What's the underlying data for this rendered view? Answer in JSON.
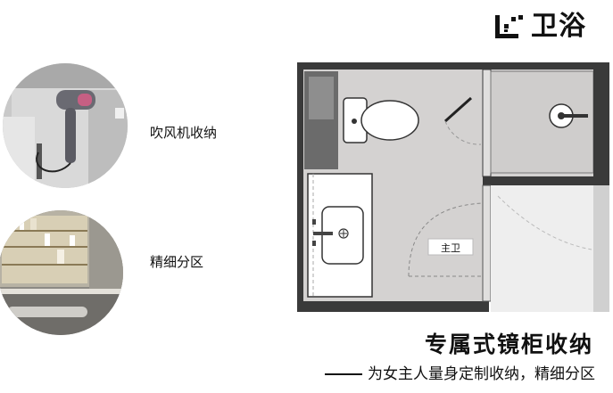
{
  "brand": {
    "title": "卫浴",
    "logo_icon": "brand-mark-icon"
  },
  "features": [
    {
      "label": "吹风机收纳",
      "icon": "hair-dryer-photo"
    },
    {
      "label": "精细分区",
      "icon": "cabinet-shelves-photo"
    }
  ],
  "floor_plan": {
    "room_label": "主卫"
  },
  "headline": {
    "title": "专属式镜柜收纳",
    "subtitle": "为女主人量身定制收纳，精细分区"
  },
  "colors": {
    "text": "#111111",
    "wall": "#3a3a3a",
    "floor": "#d4d2d1",
    "fixture": "#ffffff"
  }
}
